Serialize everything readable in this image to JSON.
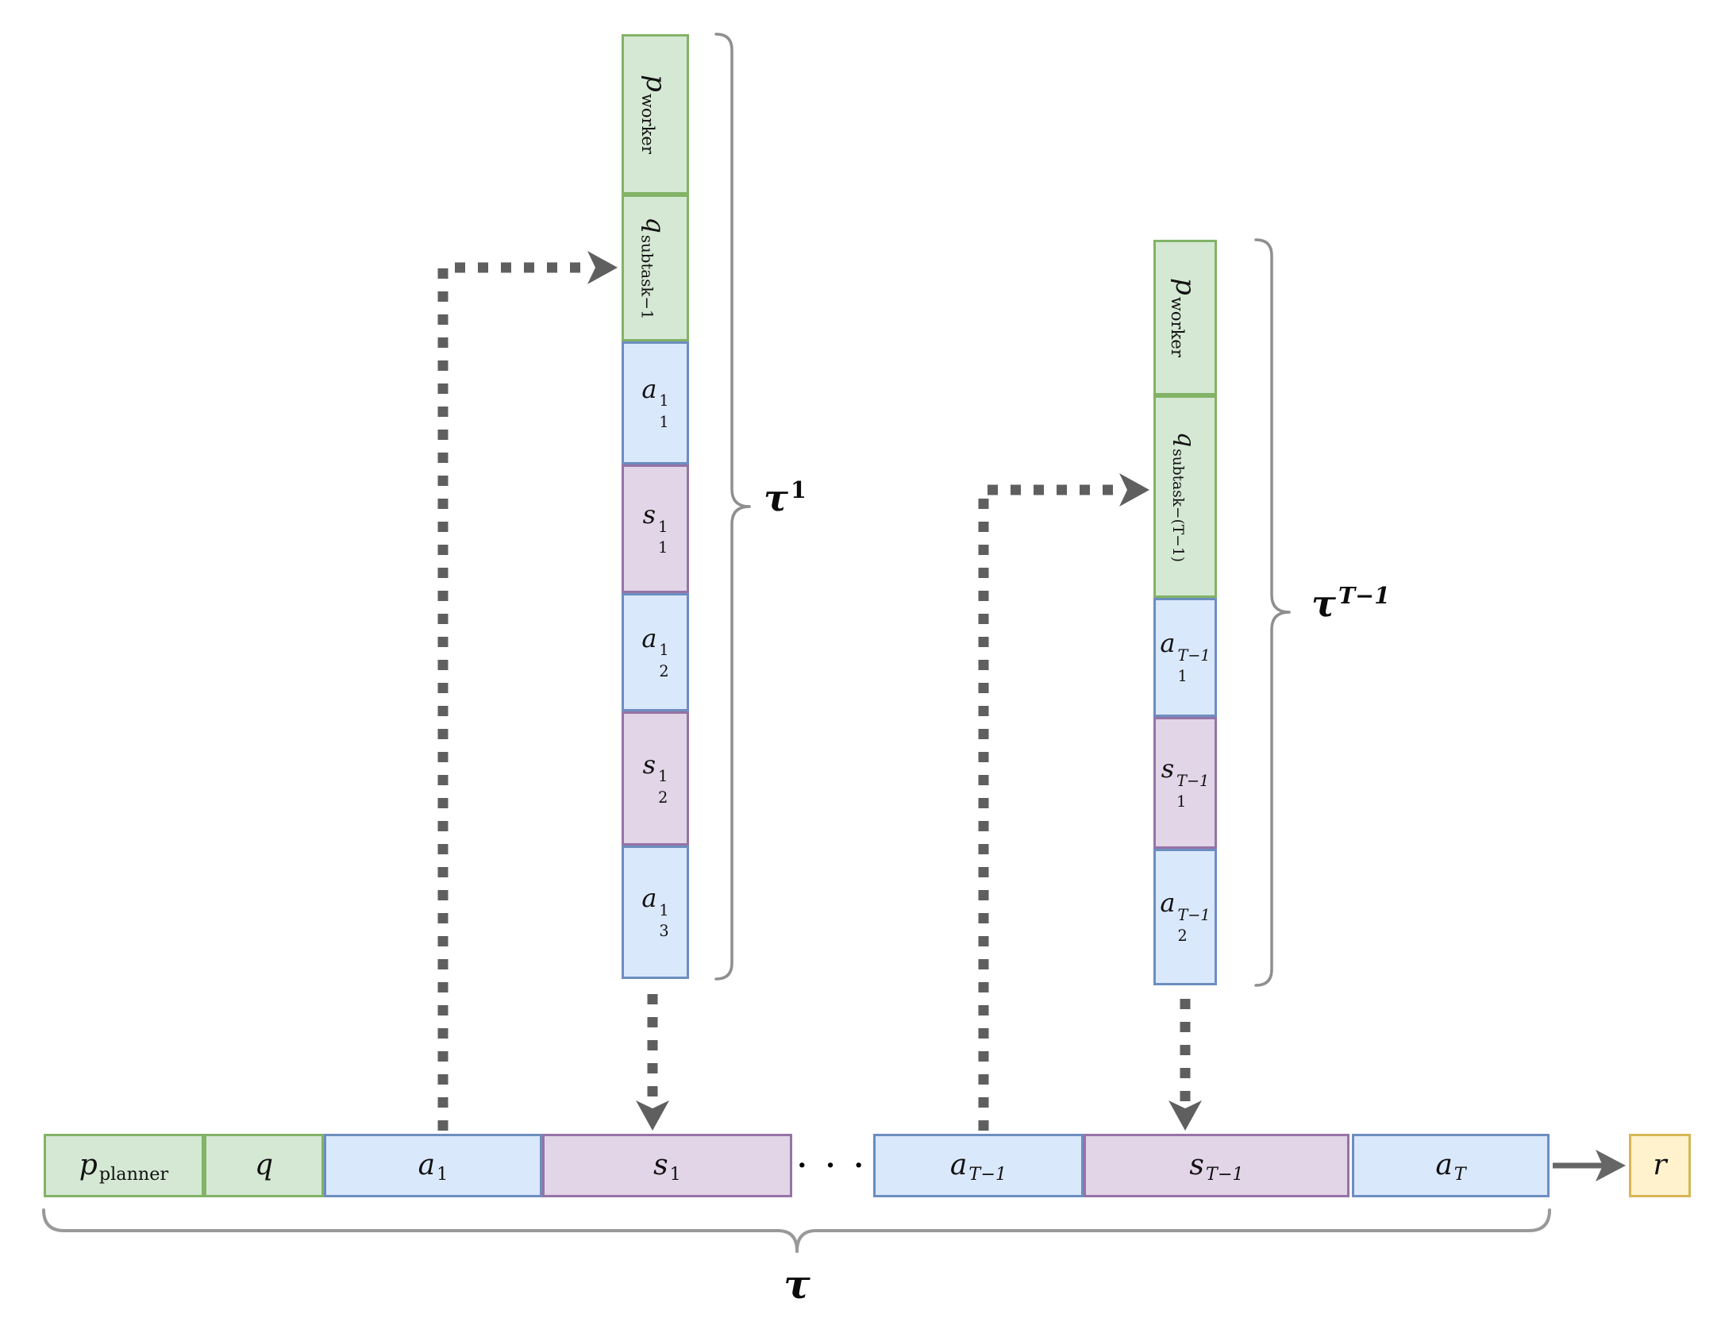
{
  "colors": {
    "green_fill": "#d5e8d4",
    "green_stroke": "#82b366",
    "blue_fill": "#dae8fc",
    "blue_stroke": "#6c8ebf",
    "purple_fill": "#e1d5e7",
    "purple_stroke": "#9673a6",
    "yellow_fill": "#fff2cc",
    "yellow_stroke": "#d6b656",
    "arrow_gray": "#5f5f5f",
    "brace_gray": "#8f8f8f"
  },
  "planner_row": {
    "p_planner": {
      "base": "p",
      "sub": "planner"
    },
    "q": {
      "base": "q"
    },
    "a1": {
      "base": "a",
      "sub": "1"
    },
    "s1": {
      "base": "s",
      "sub": "1"
    },
    "ellipsis": "· · ·",
    "a_T1": {
      "base": "a",
      "sub": "T−1"
    },
    "s_T1": {
      "base": "s",
      "sub": "T−1"
    },
    "a_T": {
      "base": "a",
      "sub": "T"
    },
    "brace_label": {
      "base": "τ"
    }
  },
  "reward": {
    "base": "r"
  },
  "worker1": {
    "p": {
      "base": "p",
      "sub": "worker"
    },
    "q": {
      "base": "q",
      "sub": "subtask−1"
    },
    "a1": {
      "base": "a",
      "sup": "1",
      "sub": "1"
    },
    "s1": {
      "base": "s",
      "sup": "1",
      "sub": "1"
    },
    "a2": {
      "base": "a",
      "sup": "1",
      "sub": "2"
    },
    "s2": {
      "base": "s",
      "sup": "1",
      "sub": "2"
    },
    "a3": {
      "base": "a",
      "sup": "1",
      "sub": "3"
    },
    "brace_label": {
      "base": "τ",
      "sup": "1"
    }
  },
  "workerT1": {
    "p": {
      "base": "p",
      "sub": "worker"
    },
    "q": {
      "base": "q",
      "sub": "subtask−(T−1)"
    },
    "a1": {
      "base": "a",
      "sup": "T−1",
      "sub": "1"
    },
    "s1": {
      "base": "s",
      "sup": "T−1",
      "sub": "1"
    },
    "a2": {
      "base": "a",
      "sup": "T−1",
      "sub": "2"
    },
    "brace_label": {
      "base": "τ",
      "sup": "T−1"
    }
  }
}
